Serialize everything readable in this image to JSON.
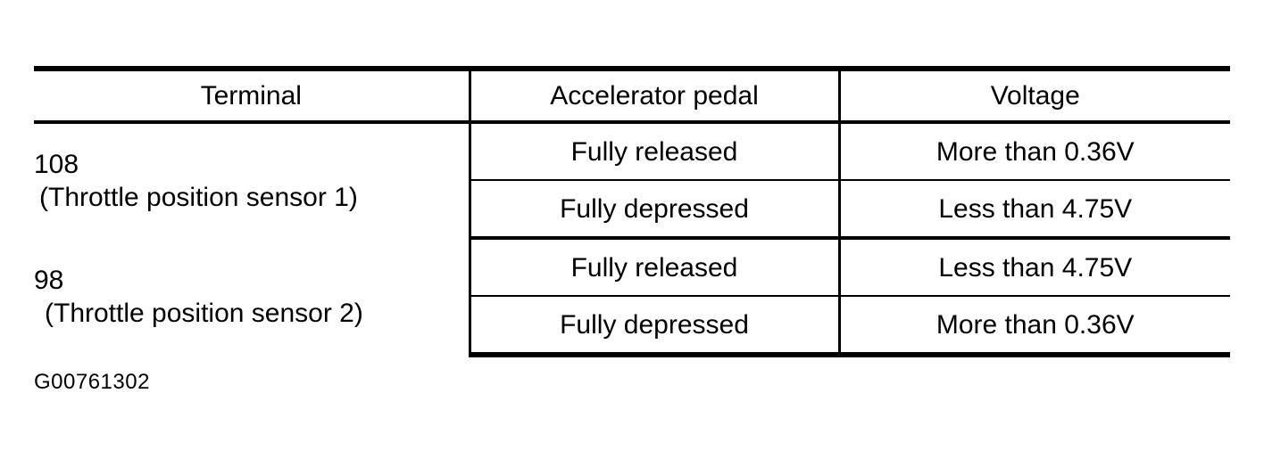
{
  "table": {
    "columns": [
      {
        "key": "terminal",
        "header": "Terminal"
      },
      {
        "key": "pedal",
        "header": "Accelerator pedal"
      },
      {
        "key": "voltage",
        "header": "Voltage"
      }
    ],
    "groups": [
      {
        "terminal_number": "108",
        "terminal_description": "(Throttle position sensor 1)",
        "rows": [
          {
            "pedal": "Fully released",
            "voltage": "More than 0.36V"
          },
          {
            "pedal": "Fully depressed",
            "voltage": "Less than 4.75V"
          }
        ]
      },
      {
        "terminal_number": "98",
        "terminal_description": "(Throttle position sensor 2)",
        "rows": [
          {
            "pedal": "Fully released",
            "voltage": "Less than 4.75V"
          },
          {
            "pedal": "Fully depressed",
            "voltage": "More than 0.36V"
          }
        ]
      }
    ]
  },
  "figure": {
    "caption": "G00761302"
  },
  "colors": {
    "ink": "#000000",
    "paper": "#ffffff"
  }
}
